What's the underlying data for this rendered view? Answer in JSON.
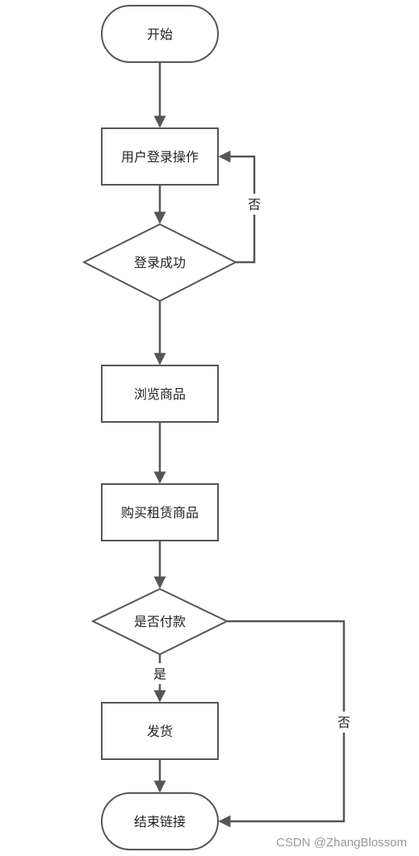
{
  "nodes": {
    "start": "开始",
    "login": "用户登录操作",
    "login_success": "登录成功",
    "browse": "浏览商品",
    "buy_rent": "购买租赁商品",
    "paid": "是否付款",
    "ship": "发货",
    "end": "结束链接"
  },
  "edges": {
    "login_no": "否",
    "paid_yes": "是",
    "paid_no": "否"
  },
  "watermark": "CSDN @ZhangBlossom",
  "colors": {
    "stroke": "#555555",
    "text": "#222222",
    "watermark": "#999999"
  }
}
